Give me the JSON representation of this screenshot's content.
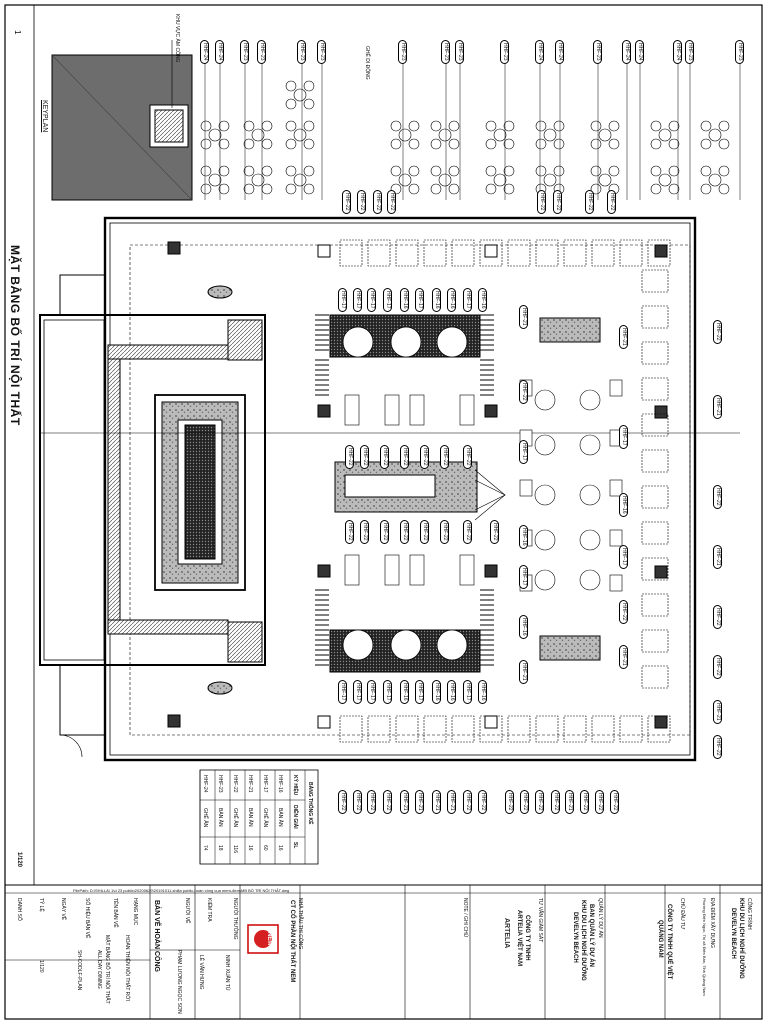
{
  "sheet": {
    "title": "MẶT BẰNG BỐ TRÍ NỘI THẤT",
    "sheet_index": "1",
    "scale": "1/120",
    "keyplan_label": "KEYPLAN",
    "keyplan_zone": "KHU VỰC ẨM CÔNG",
    "filepath": "FilePath: D:\\SHILLA\\ 1\\d 23 public\\20200629\\20191011-shilla public-hoàn công cụa mem-đem\\MB BỐ TRÍ NỘI THẤT.dwg",
    "movable_chair_note": "GHẾ DI ĐỘNG"
  },
  "tags": {
    "top_row": [
      "HHF-24",
      "HHF-24",
      "HHF-23",
      "HHF-23",
      "HHF-23",
      "HHF-23",
      "HHF-23",
      "HHF-23",
      "HHF-23",
      "HHF-23",
      "HHF-24",
      "HHF-24",
      "HHF-23",
      "HHF-24",
      "HHF-24",
      "HHF-24",
      "HHF-23",
      "HHF-23",
      "HHF-24",
      "HHF-24",
      "HHF-24",
      "HHF-23",
      "HHF-24",
      "HHF-24"
    ],
    "perimeter_top": [
      "HHF-22",
      "HHF-22",
      "HHF-22",
      "HHF-22",
      "HHF-22",
      "HHF-22",
      "HHF-22",
      "HHF-22"
    ],
    "booth_top": [
      "HHF-17",
      "HHF-17",
      "HHF-17",
      "HHF-17",
      "HHF-16",
      "HHF-17",
      "HHF-16",
      "HHF-16",
      "HHF-17",
      "HHF-16"
    ],
    "center_top": [
      "HHF-22",
      "HHF-22",
      "HHF-22",
      "HHF-22",
      "HHF-22",
      "HHF-22",
      "HHF-22"
    ],
    "center_bottom": [
      "HHF-22",
      "HHF-22",
      "HHF-22",
      "HHF-22",
      "HHF-22",
      "HHF-22",
      "HHF-22",
      "HHF-22"
    ],
    "booth_bottom": [
      "HHF-17",
      "HHF-17",
      "HHF-17",
      "HHF-17",
      "HHF-16",
      "HHF-17",
      "HHF-16",
      "HHF-16",
      "HHF-17",
      "HHF-16"
    ],
    "perimeter_bottom": [
      "HHF-22",
      "HHF-22",
      "HHF-22",
      "HHF-22",
      "HHF-21",
      "HHF-21",
      "HHF-21",
      "HHF-21",
      "HHF-22",
      "HHF-22",
      "HHF-22",
      "HHF-22",
      "HHF-22",
      "HHF-22",
      "HHF-21",
      "HHF-22",
      "HHF-22",
      "HHF-22"
    ],
    "right_inner": [
      "HHF-21",
      "HHF-21",
      "HHF-22",
      "HHF-17",
      "HHF-17",
      "HHF-16",
      "HHF-16",
      "HHF-17",
      "HHF-17",
      "HHF-22",
      "HHF-16",
      "HHF-21",
      "HHF-21"
    ],
    "right_outer": [
      "HHF-22",
      "HHF-21",
      "HHF-22",
      "HHF-21",
      "HHF-22",
      "HHF-22",
      "HHF-21",
      "HHF-22"
    ]
  },
  "stats": {
    "title": "BẢNG THỐNG KÊ",
    "headers": [
      "KÝ HIỆU",
      "DIỄN GIẢI",
      "SL"
    ],
    "rows": [
      [
        "HHF-16",
        "BÀN ĂN",
        "16"
      ],
      [
        "HHF-17",
        "GHẾ ĂN",
        "60"
      ],
      [
        "HHF-21",
        "BÀN ĂN",
        "16"
      ],
      [
        "HHF-22",
        "GHẾ ĂN",
        "116"
      ],
      [
        "HHF-23",
        "BÀN ĂN",
        "18"
      ],
      [
        "HHF-24",
        "GHẾ ĂN",
        "74"
      ]
    ]
  },
  "titleblock": {
    "project_label": "CÔNG TRÌNH",
    "project_name": "KHU DU LỊCH NGHỈ DƯỠNG",
    "project_name2": "DEVELYN BEACH",
    "location_label": "ĐỊA ĐIỂM XÂY DỰNG",
    "location": "Phường Điện Ngọc, Thị xã Điện Bàn, Tỉnh Quảng Nam",
    "owner_label": "CHỦ ĐẦU TƯ",
    "owner": "CÔNG TY TNHH QUẾ VIỆT",
    "owner2": "QUẢNG NAM",
    "pm_label": "QUẢN LÝ DỰ ÁN",
    "pm": "BAN QUẢN LÝ DỰ ÁN",
    "pm2": "KHU DU LỊCH NGHỈ DƯỠNG",
    "pm3": "DEVELYN BEACH",
    "consultant_label": "TƯ VẤN GIÁM SÁT",
    "consultant": "CÔNG TY TNHH",
    "consultant2": "ARTELIA VIỆT NAM",
    "consultant_logo": "ARTELIA",
    "note_label": "NOTE / GHI CHÚ",
    "contractor_label": "NHÀ THẦU THI CÔNG",
    "contractor": "CT CỔ PHẦN NỘI THẤT NEM",
    "contractor_logo": "NEM",
    "role_director": "NGƯỜI THƯỞNG",
    "name_director": "NINH XUÂN TÚ",
    "role_manager": "KIỂM TRA",
    "name_manager": "LÊ VĂN HƯNG",
    "role_drawn": "NGƯỜI VẼ",
    "name_drawn": "PHẠM LƯƠNG NGỌC SƠN",
    "drawing_type": "BẢN VẼ HOÀN CÔNG",
    "category_label": "HẠNG MỤC",
    "category": "HOÀN THIỆN NỘI THẤT RỜI",
    "drawing_title_label": "TÊN BẢN VẼ",
    "drawing_title": "MẶT BẰNG BỐ TRÍ NỘI THẤT",
    "drawing_title2": "ALL DAY DINING",
    "drawing_no_label": "SỐ HIỆU BẢN VẼ",
    "drawing_no": "SH-CODLF-PLAN",
    "date_label": "NGÀY VẼ",
    "scale_label": "TỶ LỆ",
    "scale_value": "1/120",
    "sheet_no_label": "DANH SỐ"
  }
}
